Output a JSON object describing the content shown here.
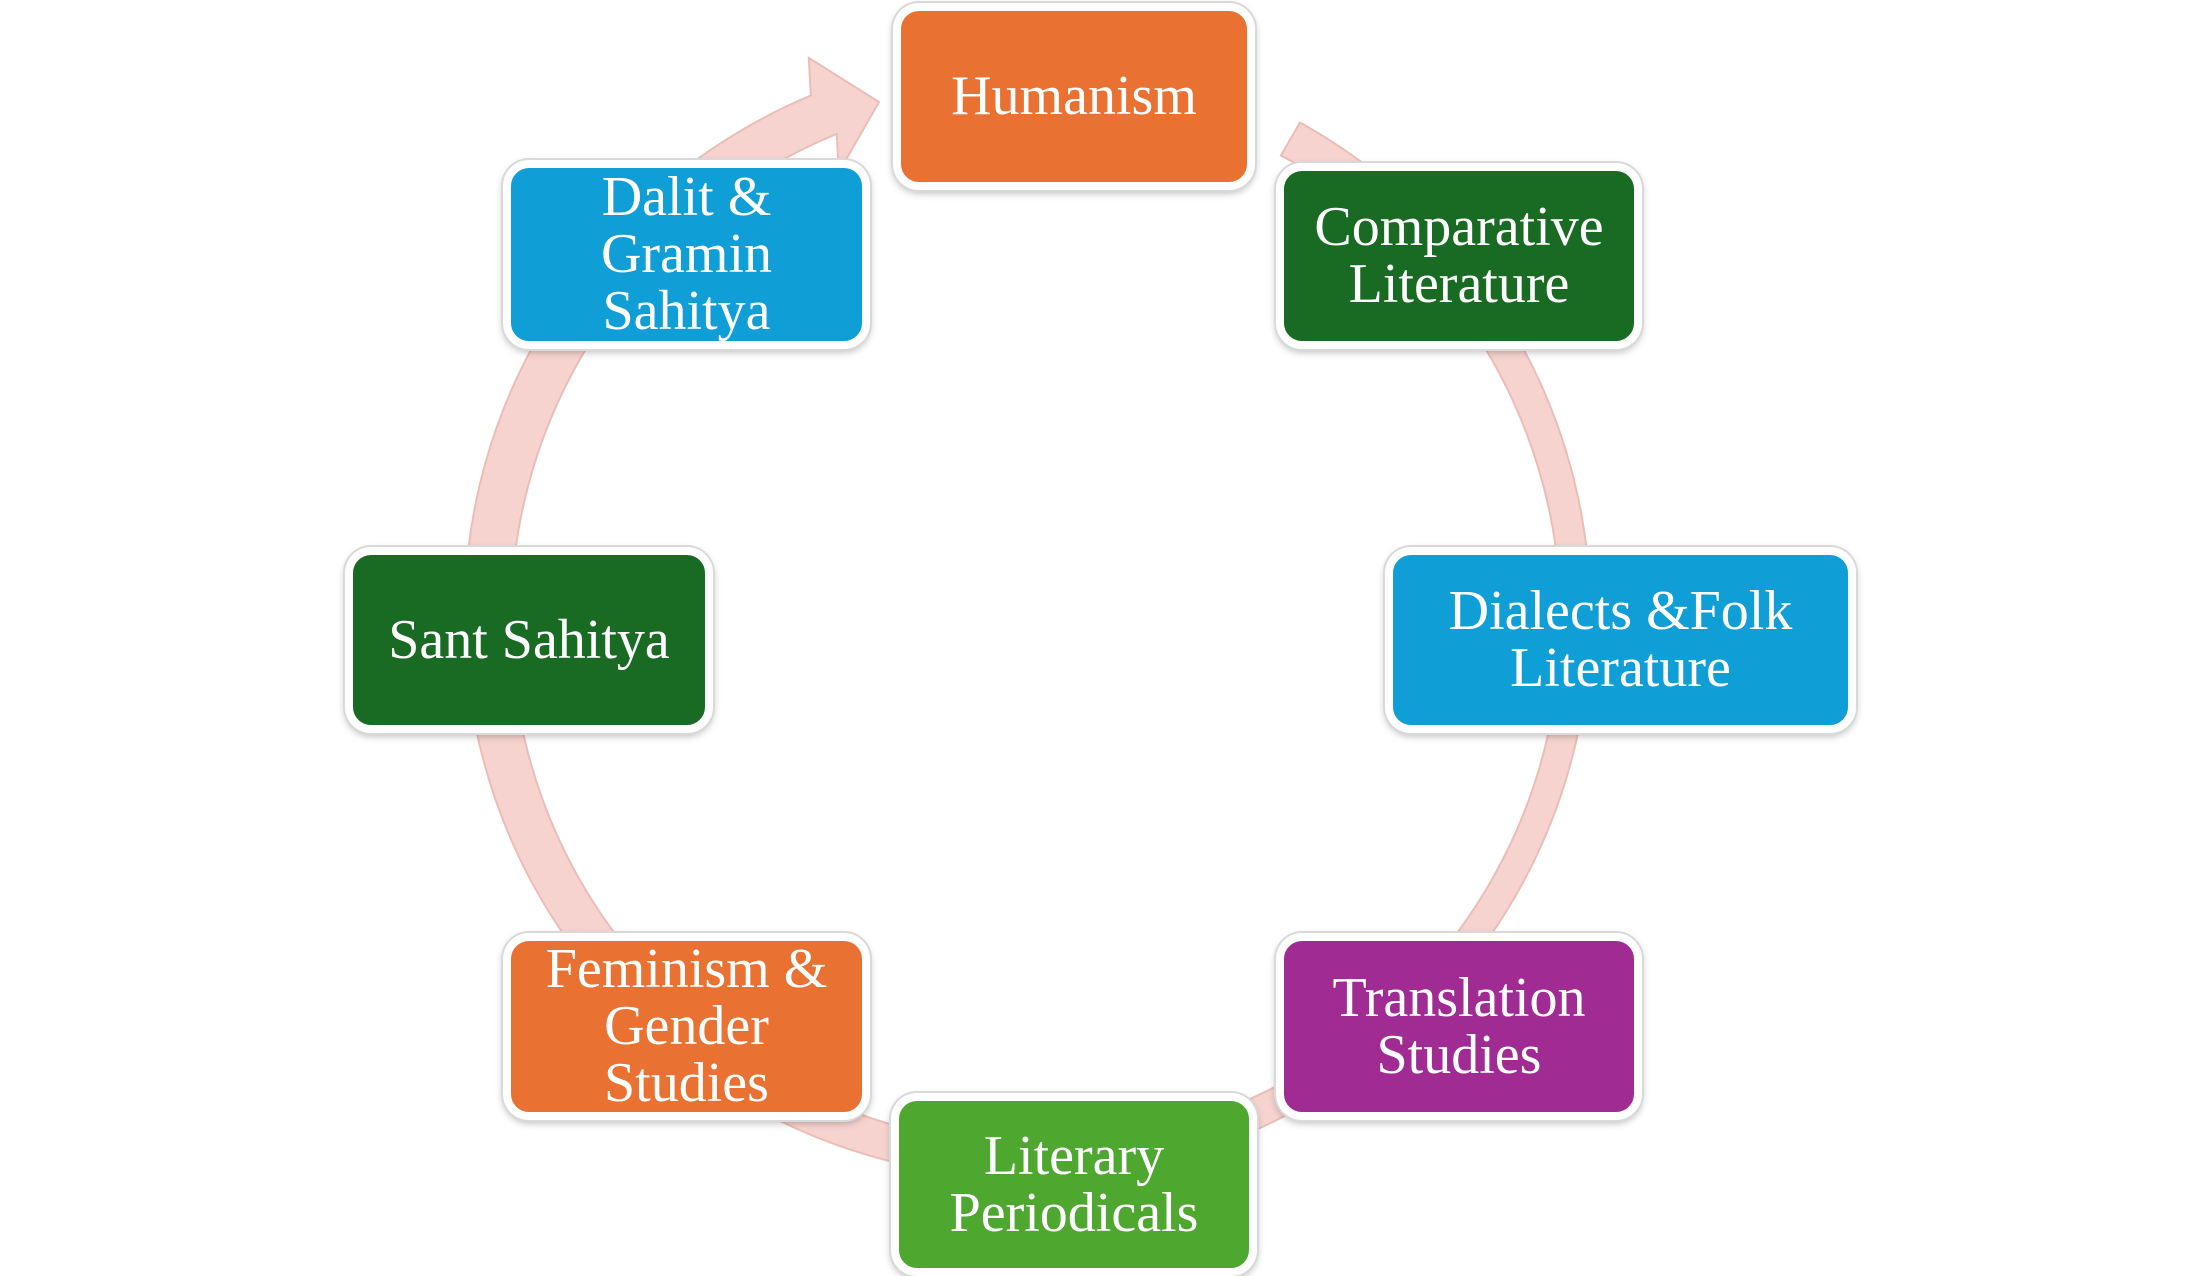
{
  "colors": {
    "ring": "#f7d3cf",
    "ring_edge": "#ecbdb7",
    "orange": "#e97132",
    "dark_green": "#196b24",
    "blue": "#0f9ed5",
    "purple": "#a02b93",
    "light_green": "#4ea72e"
  },
  "nodes": [
    {
      "id": "humanism",
      "lines": [
        "Humanism"
      ],
      "color": "#e97132"
    },
    {
      "id": "comparative",
      "lines": [
        "Comparative",
        "Literature"
      ],
      "color": "#196b24"
    },
    {
      "id": "dialects",
      "lines": [
        "Dialects &Folk",
        "Literature"
      ],
      "color": "#0f9ed5"
    },
    {
      "id": "translation",
      "lines": [
        "Translation",
        "Studies"
      ],
      "color": "#a02b93"
    },
    {
      "id": "periodicals",
      "lines": [
        "Literary",
        "Periodicals"
      ],
      "color": "#4ea72e"
    },
    {
      "id": "feminism",
      "lines": [
        "Feminism &",
        "Gender",
        "Studies"
      ],
      "color": "#e97132"
    },
    {
      "id": "sant",
      "lines": [
        "Sant Sahitya"
      ],
      "color": "#196b24"
    },
    {
      "id": "dalit",
      "lines": [
        "Dalit &",
        "Gramin",
        "Sahitya"
      ],
      "color": "#0f9ed5"
    }
  ]
}
